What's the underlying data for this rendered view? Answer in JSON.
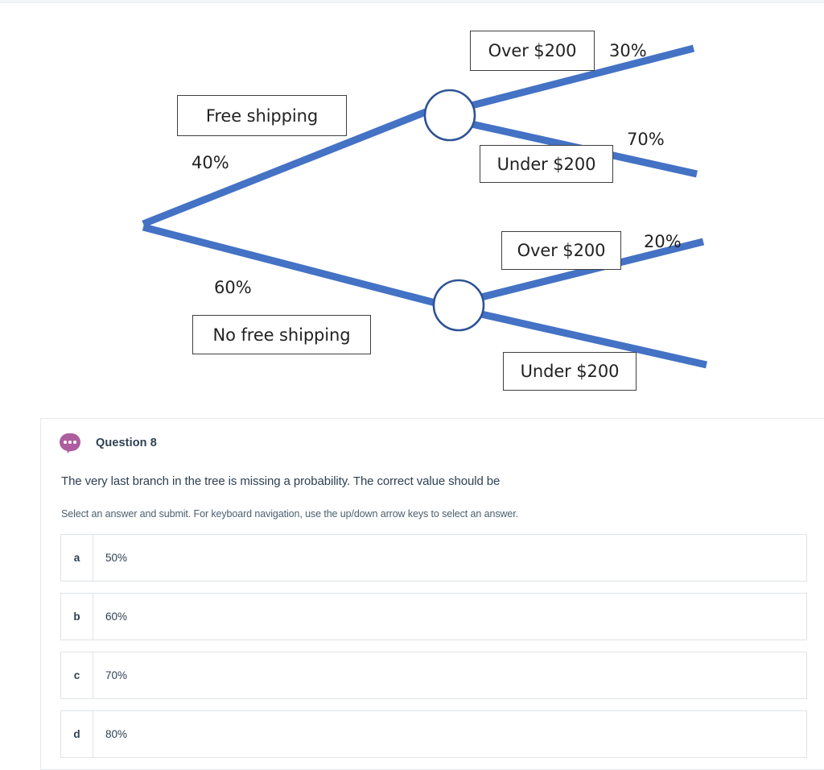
{
  "figure": {
    "type": "decision-tree",
    "root_label": "",
    "branches": [
      {
        "label": "Free shipping",
        "probability": "40%",
        "children": [
          {
            "label": "Over $200",
            "probability": "30%"
          },
          {
            "label": "Under $200",
            "probability": "70%"
          }
        ]
      },
      {
        "label": "No free shipping",
        "probability": "60%",
        "children": [
          {
            "label": "Over $200",
            "probability": "20%"
          },
          {
            "label": "Under $200",
            "probability": ""
          }
        ]
      }
    ],
    "labels": {
      "free_shipping": "Free shipping",
      "free_shipping_pct": "40%",
      "no_free_shipping": "No free shipping",
      "no_free_shipping_pct": "60%",
      "over_200_top": "Over $200",
      "over_200_top_pct": "30%",
      "under_200_top": "Under $200",
      "under_200_top_pct": "70%",
      "over_200_bottom": "Over $200",
      "over_200_bottom_pct": "20%",
      "under_200_bottom": "Under $200",
      "under_200_bottom_pct": ""
    },
    "colors": {
      "branch_line": "#4472C4",
      "node_outline": "#2E5395",
      "box_border": "#3F3F3F"
    }
  },
  "chart_data": {
    "type": "diagram",
    "title": "",
    "nodes": [
      "root",
      "Free shipping",
      "No free shipping",
      "Over $200",
      "Under $200",
      "Over $200",
      "Under $200"
    ],
    "edges": [
      {
        "from": "root",
        "to": "Free shipping",
        "value": 40,
        "label": "40%"
      },
      {
        "from": "root",
        "to": "No free shipping",
        "value": 60,
        "label": "60%"
      },
      {
        "from": "Free shipping",
        "to": "Over $200",
        "value": 30,
        "label": "30%"
      },
      {
        "from": "Free shipping",
        "to": "Under $200",
        "value": 70,
        "label": "70%"
      },
      {
        "from": "No free shipping",
        "to": "Over $200",
        "value": 20,
        "label": "20%"
      },
      {
        "from": "No free shipping",
        "to": "Under $200",
        "value": null,
        "label": ""
      }
    ]
  },
  "card": {
    "icon_name": "question-bubble-icon",
    "question_number": "Question 8",
    "question_text": "The very last branch in the tree is missing a probability. The correct value should be",
    "instructions": "Select an answer and submit. For keyboard navigation, use the up/down arrow keys to select an answer.",
    "answers": [
      {
        "letter": "a",
        "text": "50%"
      },
      {
        "letter": "b",
        "text": "60%"
      },
      {
        "letter": "c",
        "text": "70%"
      },
      {
        "letter": "d",
        "text": "80%"
      }
    ],
    "accent_color": "#AD5E9E",
    "text_color": "#2E4054",
    "border_color": "#DFE3E8"
  }
}
